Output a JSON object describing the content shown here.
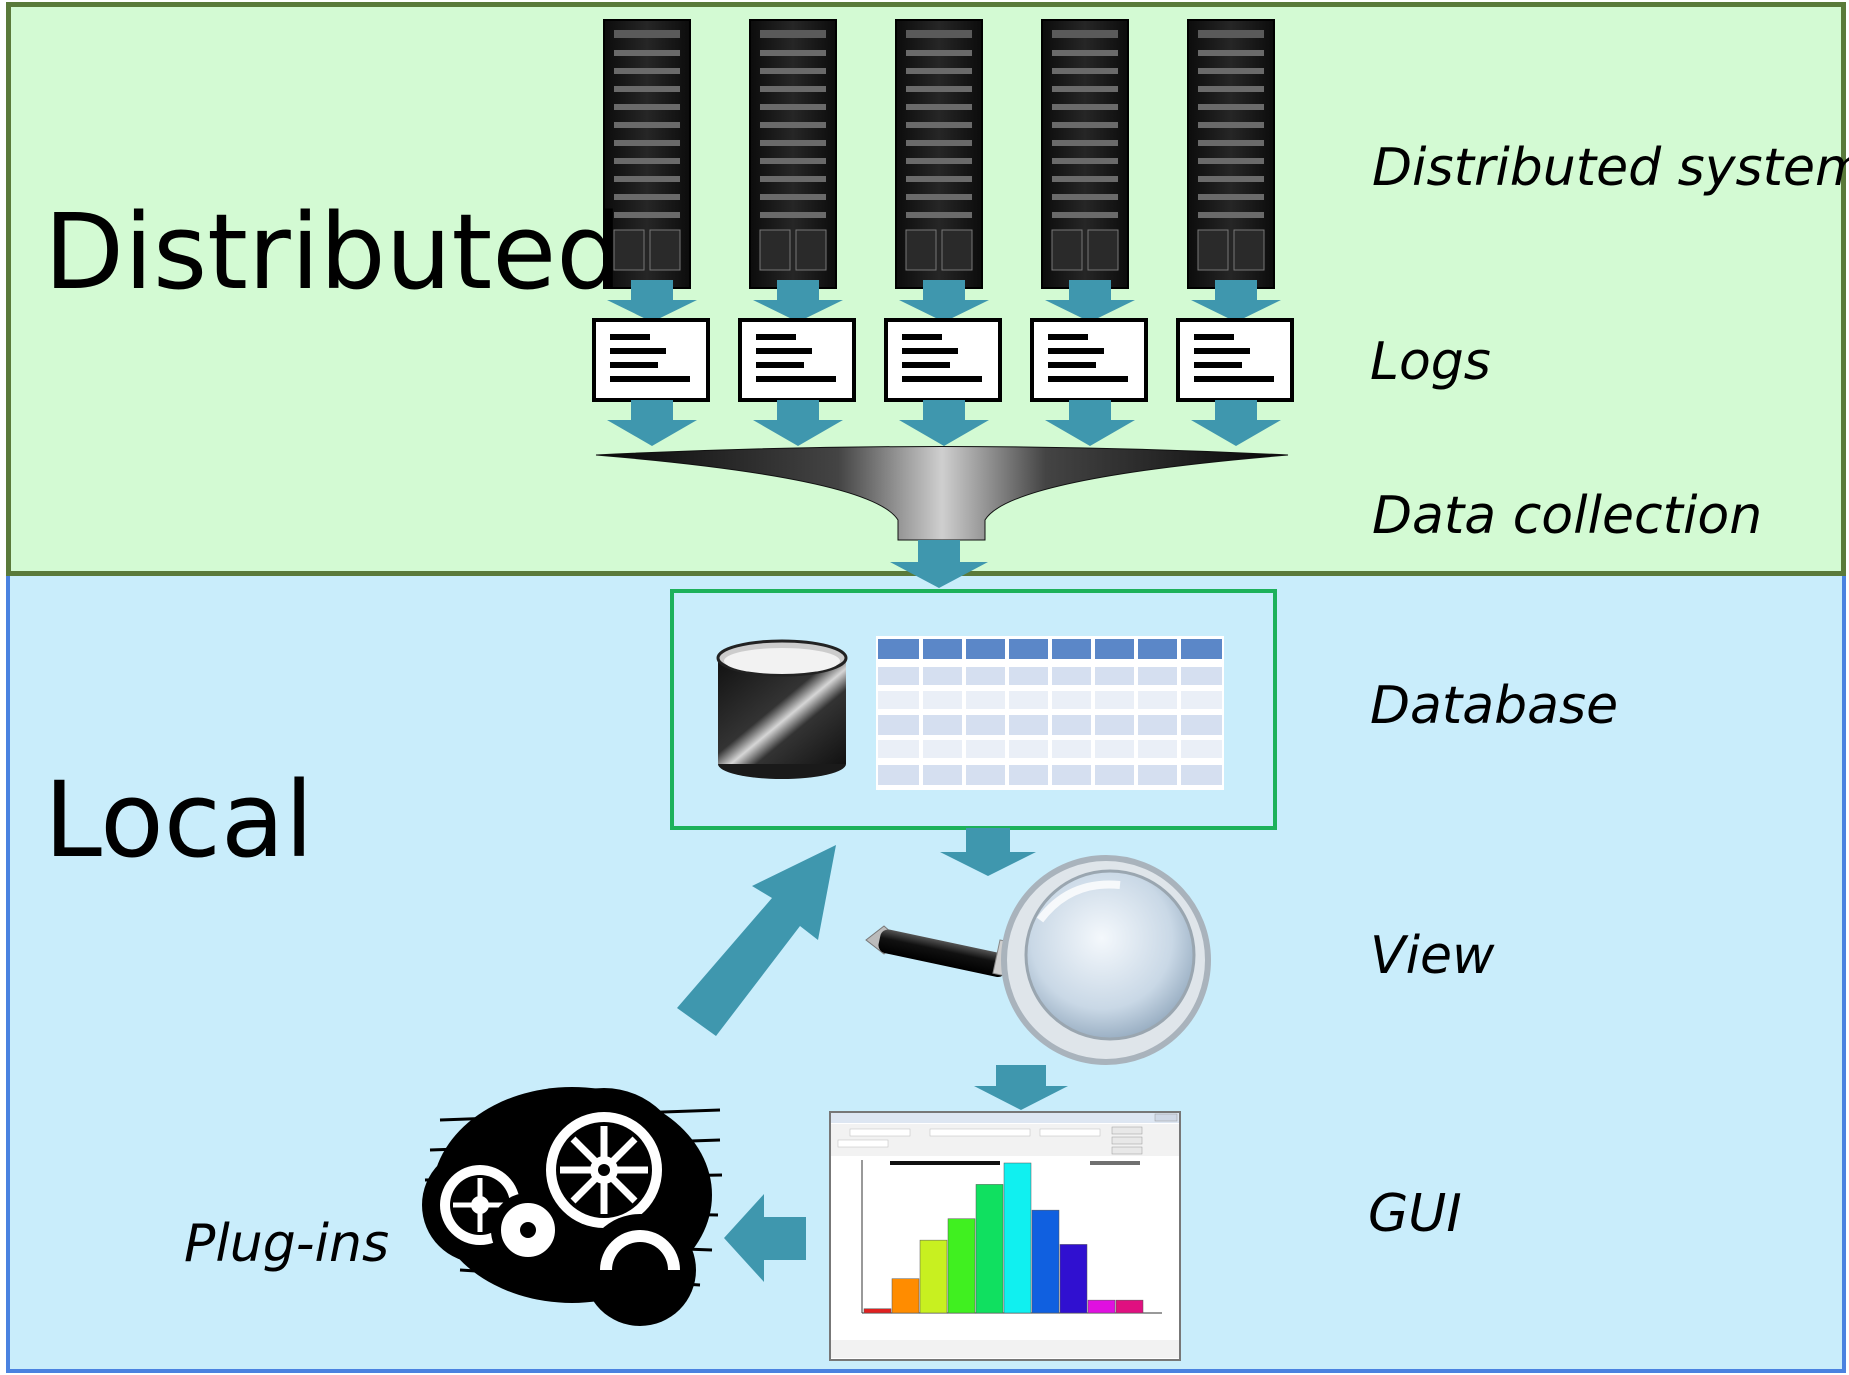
{
  "regions": {
    "distributed": "Distributed",
    "local": "Local"
  },
  "stages": {
    "distributed_system": "Distributed system",
    "logs": "Logs",
    "data_collection": "Data collection",
    "database": "Database",
    "view": "View",
    "gui": "GUI",
    "plugins": "Plug-ins"
  },
  "colors": {
    "distributed_bg": "#d3fad3",
    "distributed_border": "#5a7a3a",
    "local_bg": "#c9edfb",
    "local_border": "#4a82e0",
    "arrow": "#3f97ae",
    "database_frame": "#1db15a",
    "table_header": "#5b87c8"
  },
  "icons": [
    "server-rack-icon",
    "log-document-icon",
    "funnel-icon",
    "database-cylinder-icon",
    "table-icon",
    "magnifying-glass-icon",
    "gears-icon",
    "histogram-gui-icon"
  ],
  "gui_histogram": {
    "values": [
      1,
      8,
      17,
      22,
      30,
      35,
      24,
      16,
      3,
      3
    ],
    "colors": [
      "#e02020",
      "#ff8c00",
      "#c8f020",
      "#40f020",
      "#10e060",
      "#10f0f0",
      "#1060e0",
      "#3010d0",
      "#e010e0",
      "#e01080"
    ]
  }
}
